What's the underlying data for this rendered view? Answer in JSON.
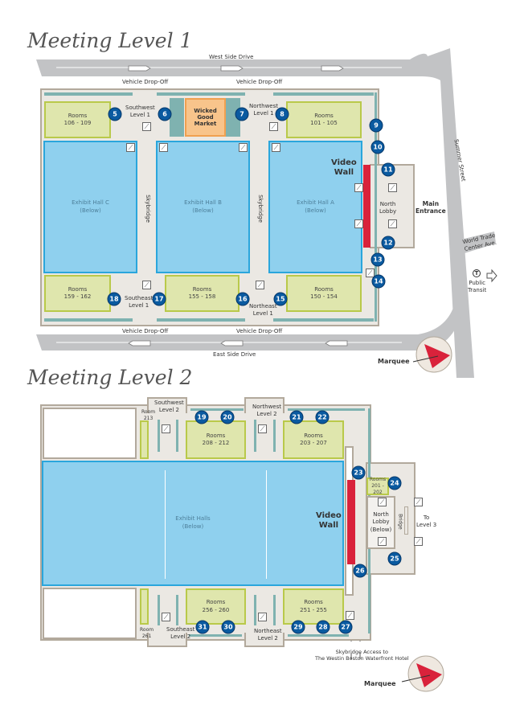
{
  "level1": {
    "title": "Meeting Level 1",
    "roads": {
      "west": "West Side Drive",
      "east": "East Side Drive",
      "summer": "Summer Street",
      "wtc": "World Trade Center Ave."
    },
    "dropoff": "Vehicle Drop-Off",
    "rooms": {
      "r106": [
        "Rooms",
        "106 - 109"
      ],
      "r101": [
        "Rooms",
        "101 - 105"
      ],
      "r159": [
        "Rooms",
        "159 - 162"
      ],
      "r155": [
        "Rooms",
        "155 - 158"
      ],
      "r150": [
        "Rooms",
        "150 - 154"
      ]
    },
    "market": [
      "Wicked Good",
      "Market"
    ],
    "halls": {
      "c": [
        "Exhibit Hall C",
        "(Below)"
      ],
      "b": [
        "Exhibit Hall B",
        "(Below)"
      ],
      "a": [
        "Exhibit Hall A",
        "(Below)"
      ]
    },
    "skybridge": "Skybridge",
    "areas": {
      "sw": [
        "Southwest",
        "Level 1"
      ],
      "nw": [
        "Northwest",
        "Level 1"
      ],
      "se": [
        "Southeast",
        "Level 1"
      ],
      "ne": [
        "Northeast",
        "Level 1"
      ],
      "lobby": [
        "North",
        "Lobby"
      ]
    },
    "video_wall": [
      "Video",
      "Wall"
    ],
    "main_entrance": [
      "Main",
      "Entrance"
    ],
    "transit": [
      "Public",
      "Transit"
    ],
    "transit_icon": "T",
    "marquee": "Marquee",
    "markers": [
      "5",
      "6",
      "7",
      "8",
      "9",
      "10",
      "11",
      "12",
      "13",
      "14",
      "15",
      "16",
      "17",
      "18"
    ]
  },
  "level2": {
    "title": "Meeting Level 2",
    "rooms": {
      "r208": [
        "Rooms",
        "208 - 212"
      ],
      "r203": [
        "Rooms",
        "203 - 207"
      ],
      "r256": [
        "Rooms",
        "256 - 260"
      ],
      "r251": [
        "Rooms",
        "251 - 255"
      ],
      "r201": [
        "Rooms",
        "201 - 202"
      ],
      "r213": [
        "Room",
        "213"
      ],
      "r261": [
        "Room",
        "261"
      ]
    },
    "halls": [
      "Exhibit Halls",
      "(Below)"
    ],
    "areas": {
      "sw": [
        "Southwest",
        "Level 2"
      ],
      "nw": [
        "Northwest",
        "Level 2"
      ],
      "se": [
        "Southeast",
        "Level 2"
      ],
      "ne": [
        "Northeast",
        "Level 2"
      ],
      "lobby": [
        "North",
        "Lobby",
        "(Below)"
      ],
      "bridge": "Bridge",
      "to3": [
        "To",
        "Level 3"
      ]
    },
    "video_wall": [
      "Video",
      "Wall"
    ],
    "skybridge": [
      "Skybridge Access to",
      "The Westin Boston Waterfront Hotel"
    ],
    "marquee": "Marquee",
    "markers": [
      "19",
      "20",
      "21",
      "22",
      "23",
      "24",
      "25",
      "26",
      "27",
      "28",
      "29",
      "30",
      "31"
    ]
  }
}
